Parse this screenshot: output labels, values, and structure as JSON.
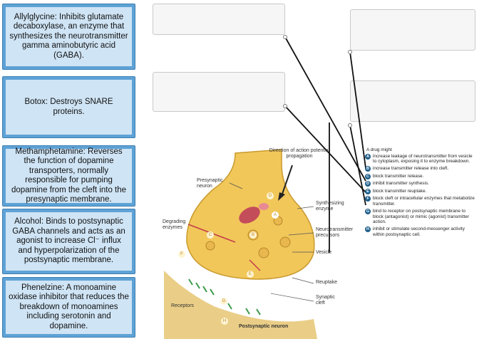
{
  "cards": [
    {
      "text": "Allylglycine: Inhibits glutamate decaboxylase, an enzyme that synthesizes the neurotransmitter gamma aminobutyric acid (GABA)."
    },
    {
      "text": "Botox: Destroys SNARE proteins."
    },
    {
      "text": "Methamphetamine: Reverses the function of dopamine transporters, normally responsible for pumping dopamine from the cleft into the presynaptic membrane."
    },
    {
      "text": "Alcohol: Binds to postsynaptic GABA channels and acts as an agonist to increase Cl⁻ influx and hyperpolarization of the postsynaptic membrane."
    },
    {
      "text": "Phenelzine: A monoamine oxidase inhibitor that reduces the breakdown of monoamines including serotonin and dopamine."
    }
  ],
  "diagram": {
    "direction_label": "Direction of action potential propagation",
    "presynaptic": "Presynaptic neuron",
    "degrading": "Degrading enzymes",
    "receptors": "Receptors",
    "postsynaptic": "Postsynaptic neuron",
    "synthesizing": "Synthesizing enzyme",
    "precursors": "Neurotransmitter precursors",
    "vesicle": "Vesicle",
    "reuptake": "Reuptake",
    "cleft": "Synaptic cleft",
    "markers": [
      "A",
      "B",
      "C",
      "D",
      "E",
      "F",
      "G",
      "H"
    ]
  },
  "legend": {
    "title": "A drug might",
    "items": [
      {
        "badge": "A",
        "text": "increase leakage of neurotransmitter from vesicle to cytoplasm, exposing it to enzyme breakdown."
      },
      {
        "badge": "B",
        "text": "increase transmitter release into cleft."
      },
      {
        "badge": "C",
        "text": "block transmitter release."
      },
      {
        "badge": "D",
        "text": "inhibit transmitter synthesis."
      },
      {
        "badge": "E",
        "text": "block transmitter reuptake."
      },
      {
        "badge": "F",
        "text": "block cleft or intracellular enzymes that metabolize transmitter."
      },
      {
        "badge": "G",
        "text": "bind to receptor on postsynaptic membrane to block (antagonist) or mimic (agonist) transmitter action."
      },
      {
        "badge": "H",
        "text": "inhibit or stimulate second-messenger activity within postsynaptic cell."
      }
    ]
  }
}
